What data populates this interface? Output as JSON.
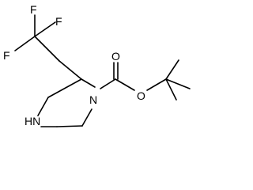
{
  "molecule": {
    "atoms": {
      "fluorine_1": "F",
      "fluorine_2": "F",
      "fluorine_3": "F",
      "nitrogen_ring": "N",
      "nitrogen_amine": "HN",
      "oxygen_carbonyl": "O",
      "oxygen_ester": "O"
    }
  },
  "colors": {
    "background": "#ffffff",
    "ink": "#000000"
  }
}
